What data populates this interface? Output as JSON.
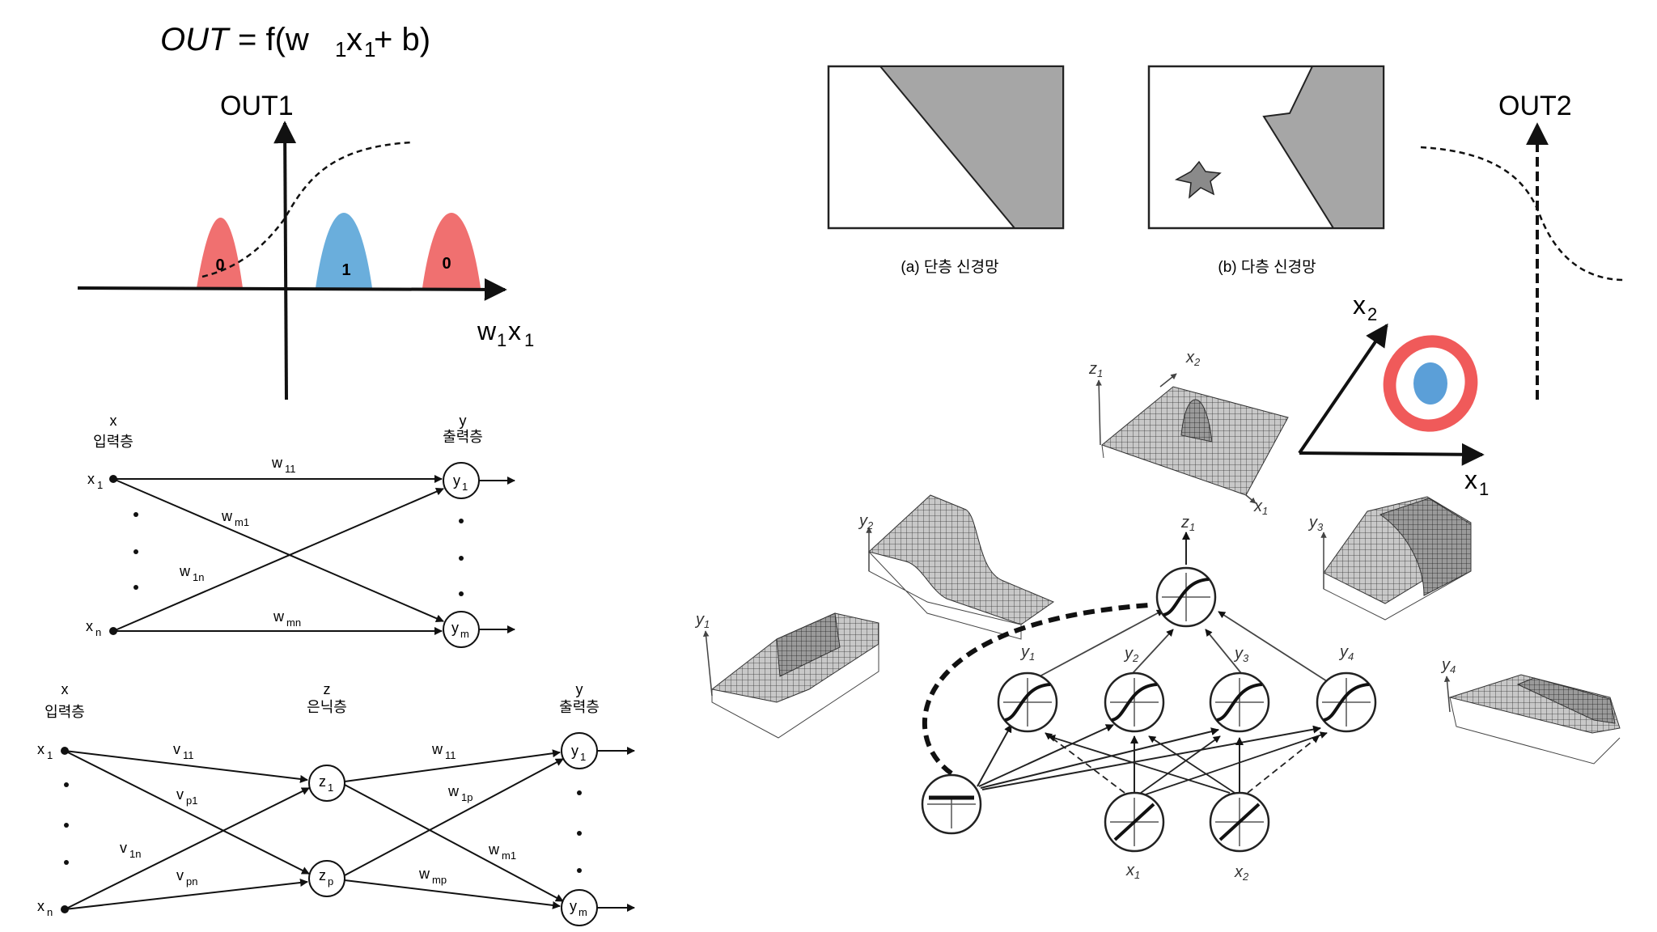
{
  "formula": {
    "lhs": "OUT",
    "eq": "= f(w",
    "s1": "1",
    "x": "x",
    "s2": "1",
    "tail": " + b)"
  },
  "plot1": {
    "ylabel": "OUT1",
    "xlabel_w": "w",
    "xlabel_s1": "1",
    "xlabel_x": "x",
    "xlabel_s2": "1",
    "bumps": [
      {
        "label": "0",
        "color": "#f07070"
      },
      {
        "label": "1",
        "color": "#6aaedc"
      },
      {
        "label": "0",
        "color": "#f07070"
      }
    ]
  },
  "regions": {
    "caption_a": "(a) 단층 신경망",
    "caption_b": "(b) 다층 신경망",
    "fill_color": "#a6a6a6"
  },
  "plot2": {
    "ylabel": "OUT2",
    "x1": "x",
    "x1_sub": "1",
    "x2": "x",
    "x2_sub": "2",
    "ring_color": "#f05a5a",
    "center_color": "#5b9fd8"
  },
  "net1": {
    "input_var": "x",
    "input_label": "입력층",
    "output_var": "y",
    "output_label": "출력층",
    "nodes_in": [
      {
        "v": "x",
        "s": "1"
      },
      {
        "v": "x",
        "s": "n"
      }
    ],
    "nodes_out": [
      {
        "v": "y",
        "s": "1"
      },
      {
        "v": "y",
        "s": "m"
      }
    ],
    "weights": [
      {
        "v": "w",
        "s": "11"
      },
      {
        "v": "w",
        "s": "m1"
      },
      {
        "v": "w",
        "s": "1n"
      },
      {
        "v": "w",
        "s": "mn"
      }
    ]
  },
  "net2": {
    "input_var": "x",
    "input_label": "입력층",
    "hidden_var": "z",
    "hidden_label": "은닉층",
    "output_var": "y",
    "output_label": "출력층",
    "nodes_in": [
      {
        "v": "x",
        "s": "1"
      },
      {
        "v": "x",
        "s": "n"
      }
    ],
    "nodes_hidden": [
      {
        "v": "z",
        "s": "1"
      },
      {
        "v": "z",
        "s": "p"
      }
    ],
    "nodes_out": [
      {
        "v": "y",
        "s": "1"
      },
      {
        "v": "y",
        "s": "m"
      }
    ],
    "v_weights": [
      {
        "v": "v",
        "s": "11"
      },
      {
        "v": "v",
        "s": "p1"
      },
      {
        "v": "v",
        "s": "1n"
      },
      {
        "v": "v",
        "s": "pn"
      }
    ],
    "w_weights": [
      {
        "v": "w",
        "s": "11"
      },
      {
        "v": "w",
        "s": "1p"
      },
      {
        "v": "w",
        "s": "m1"
      },
      {
        "v": "w",
        "s": "mp"
      }
    ]
  },
  "mlp": {
    "surface_labels": {
      "z1": {
        "v": "z",
        "s": "1"
      },
      "x2": {
        "v": "x",
        "s": "2"
      },
      "x1": {
        "v": "x",
        "s": "1"
      },
      "y1": {
        "v": "y",
        "s": "1"
      },
      "y2": {
        "v": "y",
        "s": "2"
      },
      "y3": {
        "v": "y",
        "s": "3"
      },
      "y4": {
        "v": "y",
        "s": "4"
      }
    },
    "node_labels": {
      "z1": {
        "v": "z",
        "s": "1"
      },
      "y1": {
        "v": "y",
        "s": "1"
      },
      "y2": {
        "v": "y",
        "s": "2"
      },
      "y3": {
        "v": "y",
        "s": "3"
      },
      "y4": {
        "v": "y",
        "s": "4"
      },
      "x1": {
        "v": "x",
        "s": "1"
      },
      "x2": {
        "v": "x",
        "s": "2"
      }
    }
  }
}
